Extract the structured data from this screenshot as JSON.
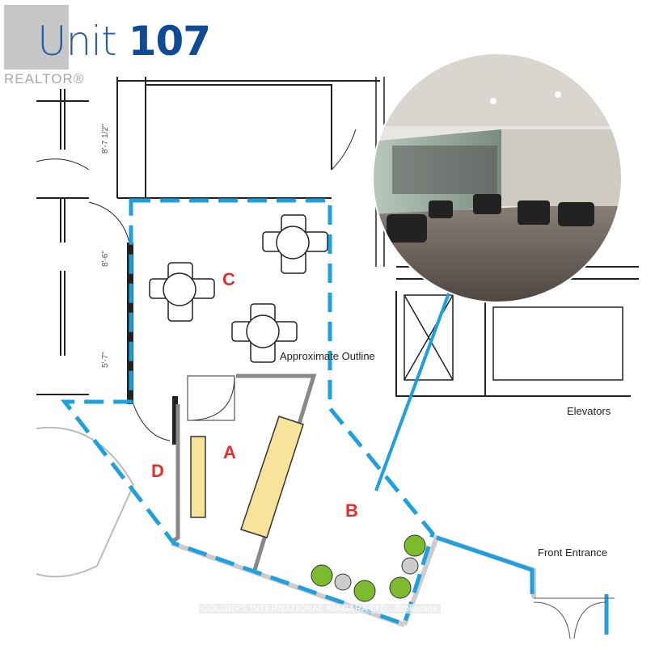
{
  "header": {
    "title_light": "Unit ",
    "title_bold": "107"
  },
  "logo": {
    "text": "REALTOR®"
  },
  "zones": {
    "a": "A",
    "b": "B",
    "c": "C",
    "d": "D"
  },
  "labels": {
    "outline": "Approximate Outline",
    "elevators": "Elevators",
    "front_entrance": "Front Entrance"
  },
  "dimensions": {
    "d1": "8'-7 1/2\"",
    "d2": "8'-6\"",
    "d3": "5'-7\""
  },
  "watermark": "COLLIERS INTERNATIONAL NIAGARA LTD., Brokerage",
  "colors": {
    "outline": "#1ea0dc",
    "zone_label": "#e0302c",
    "title": "#0f4a94",
    "furniture": "#f7e39a",
    "plant": "#7cbb2e"
  }
}
